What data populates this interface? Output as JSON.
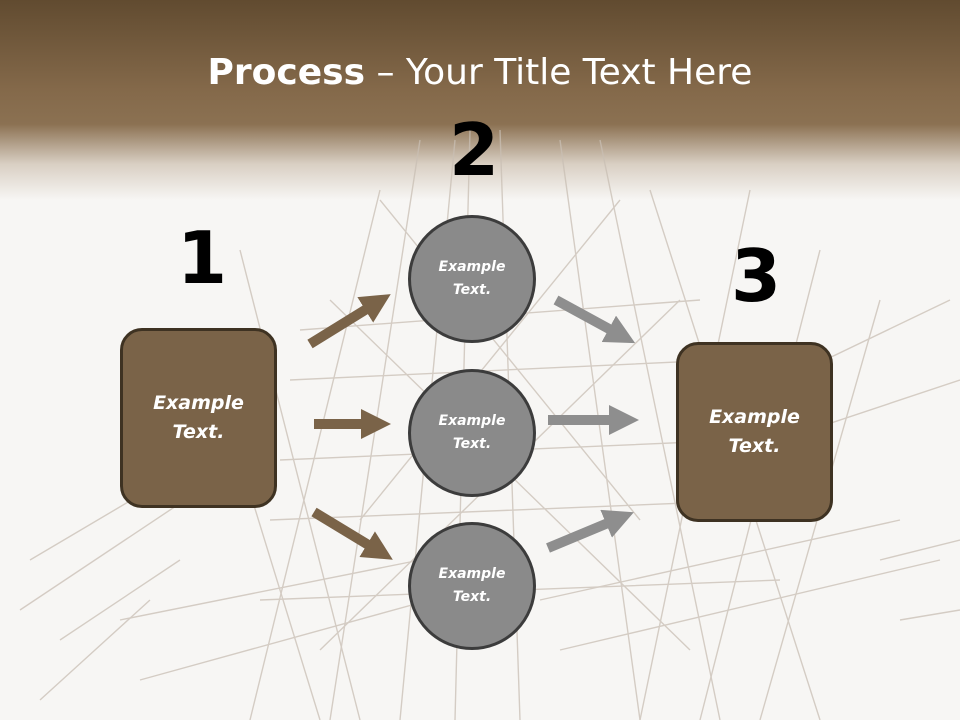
{
  "title": {
    "bold": "Process",
    "rest": " – Your Title Text Here"
  },
  "steps": [
    {
      "number": "1",
      "text": "Example Text."
    },
    {
      "number": "2",
      "items": [
        "Example Text.",
        "Example Text.",
        "Example Text."
      ]
    },
    {
      "number": "3",
      "text": "Example Text."
    }
  ],
  "colors": {
    "header": "#84694a",
    "box": "#7a6348",
    "circle": "#8a8a8a",
    "arrow_brown": "#7a6348",
    "arrow_gray": "#8e8e8e"
  }
}
